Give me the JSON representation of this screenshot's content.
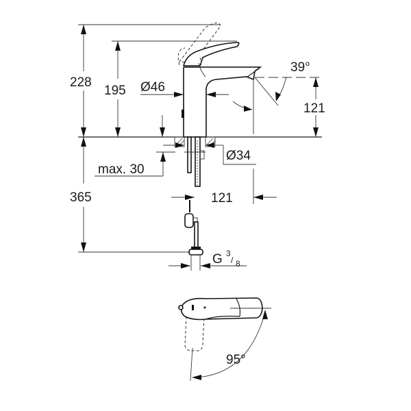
{
  "drawing": {
    "subject": "single-lever basin mixer faucet",
    "colors": {
      "line": "#1a1a1a",
      "background": "#ffffff"
    },
    "dimensions": {
      "overall_height_lever_open": "228",
      "overall_height": "195",
      "body_diameter": "Ø46",
      "spout_angle": "39°",
      "spout_height": "121",
      "mount_hole_diameter": "Ø34",
      "max_deck_thickness": "max. 30",
      "spout_reach": "121",
      "supply_hose_length": "365",
      "connection_thread_prefix": "G",
      "connection_thread_num": "3",
      "connection_thread_den": "8",
      "lever_rotation_angle": "95°"
    }
  }
}
